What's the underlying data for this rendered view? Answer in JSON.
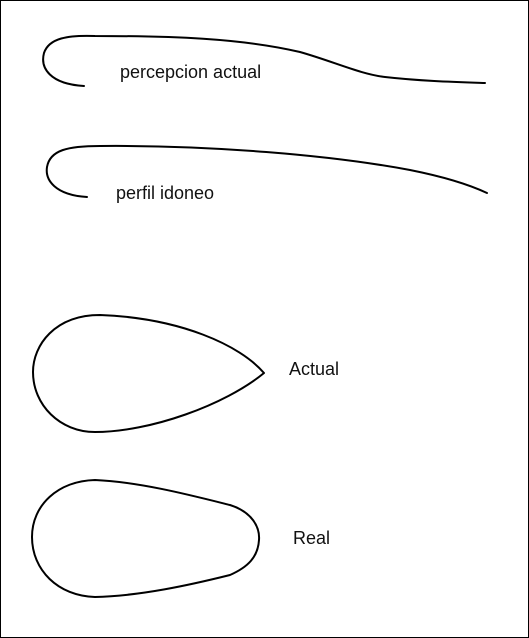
{
  "labels": {
    "perception": "percepcion actual",
    "ideal_profile": "perfil idoneo",
    "actual": "Actual",
    "real": "Real"
  },
  "stroke_color": "#000000",
  "background_color": "#ffffff"
}
